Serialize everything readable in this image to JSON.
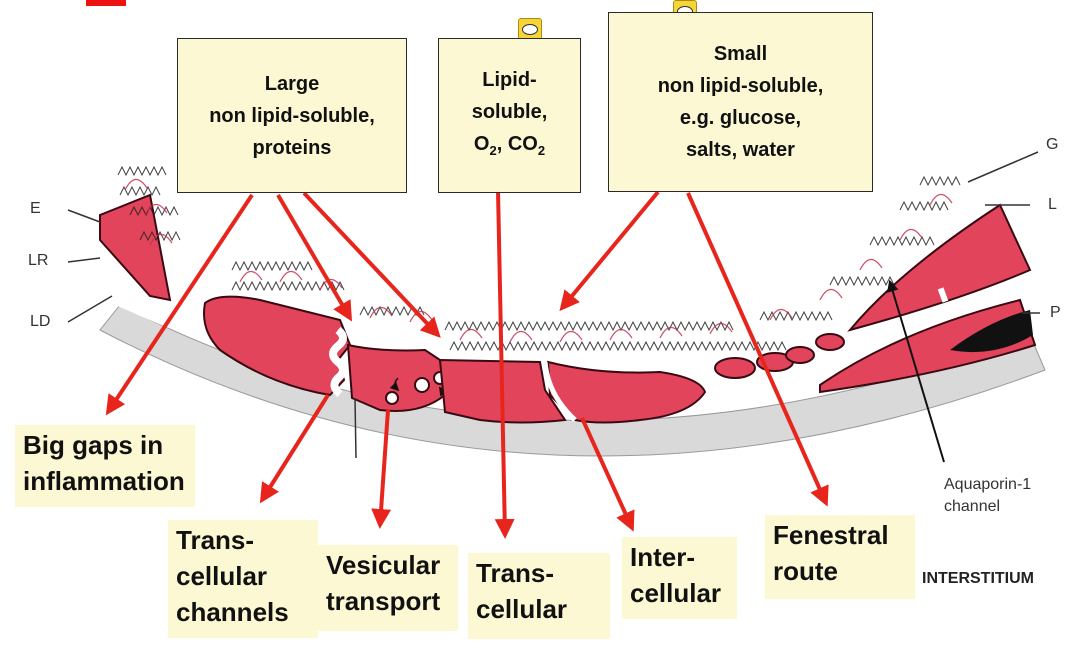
{
  "colors": {
    "cell": "#e2445c",
    "cell_outline": "#3a0a12",
    "arrow": "#e8251c",
    "label_bg": "#fbf8d3",
    "basement": "#d4d4d4",
    "nucleus": "#111111"
  },
  "boxes": {
    "large": [
      "Large",
      "non lipid-soluble,",
      "proteins"
    ],
    "lipid": [
      "Lipid-",
      "soluble,"
    ],
    "lipid_gas": {
      "o": "O",
      "o_sub": "2",
      "sep": ", CO",
      "co_sub": "2"
    },
    "small": [
      "Small",
      "non lipid-soluble,",
      "e.g. glucose,",
      "salts, water"
    ]
  },
  "routes": {
    "gaps": [
      "Big gaps in",
      "inflammation"
    ],
    "transchannels": [
      "Trans-",
      "cellular",
      "channels"
    ],
    "vesicular": [
      "Vesicular",
      "transport"
    ],
    "transcellular": [
      "Trans-",
      "cellular"
    ],
    "intercellular": [
      "Inter-",
      "cellular"
    ],
    "fenestral": [
      "Fenestral",
      "route"
    ]
  },
  "annotations": {
    "E": "E",
    "LR": "LR",
    "LD": "LD",
    "G": "G",
    "L": "L",
    "P": "P",
    "aquaporin": [
      "Aquaporin-1",
      "channel"
    ],
    "interstitium": "INTERSTITIUM"
  },
  "icons": [
    "comment-icon",
    "comment-icon"
  ]
}
